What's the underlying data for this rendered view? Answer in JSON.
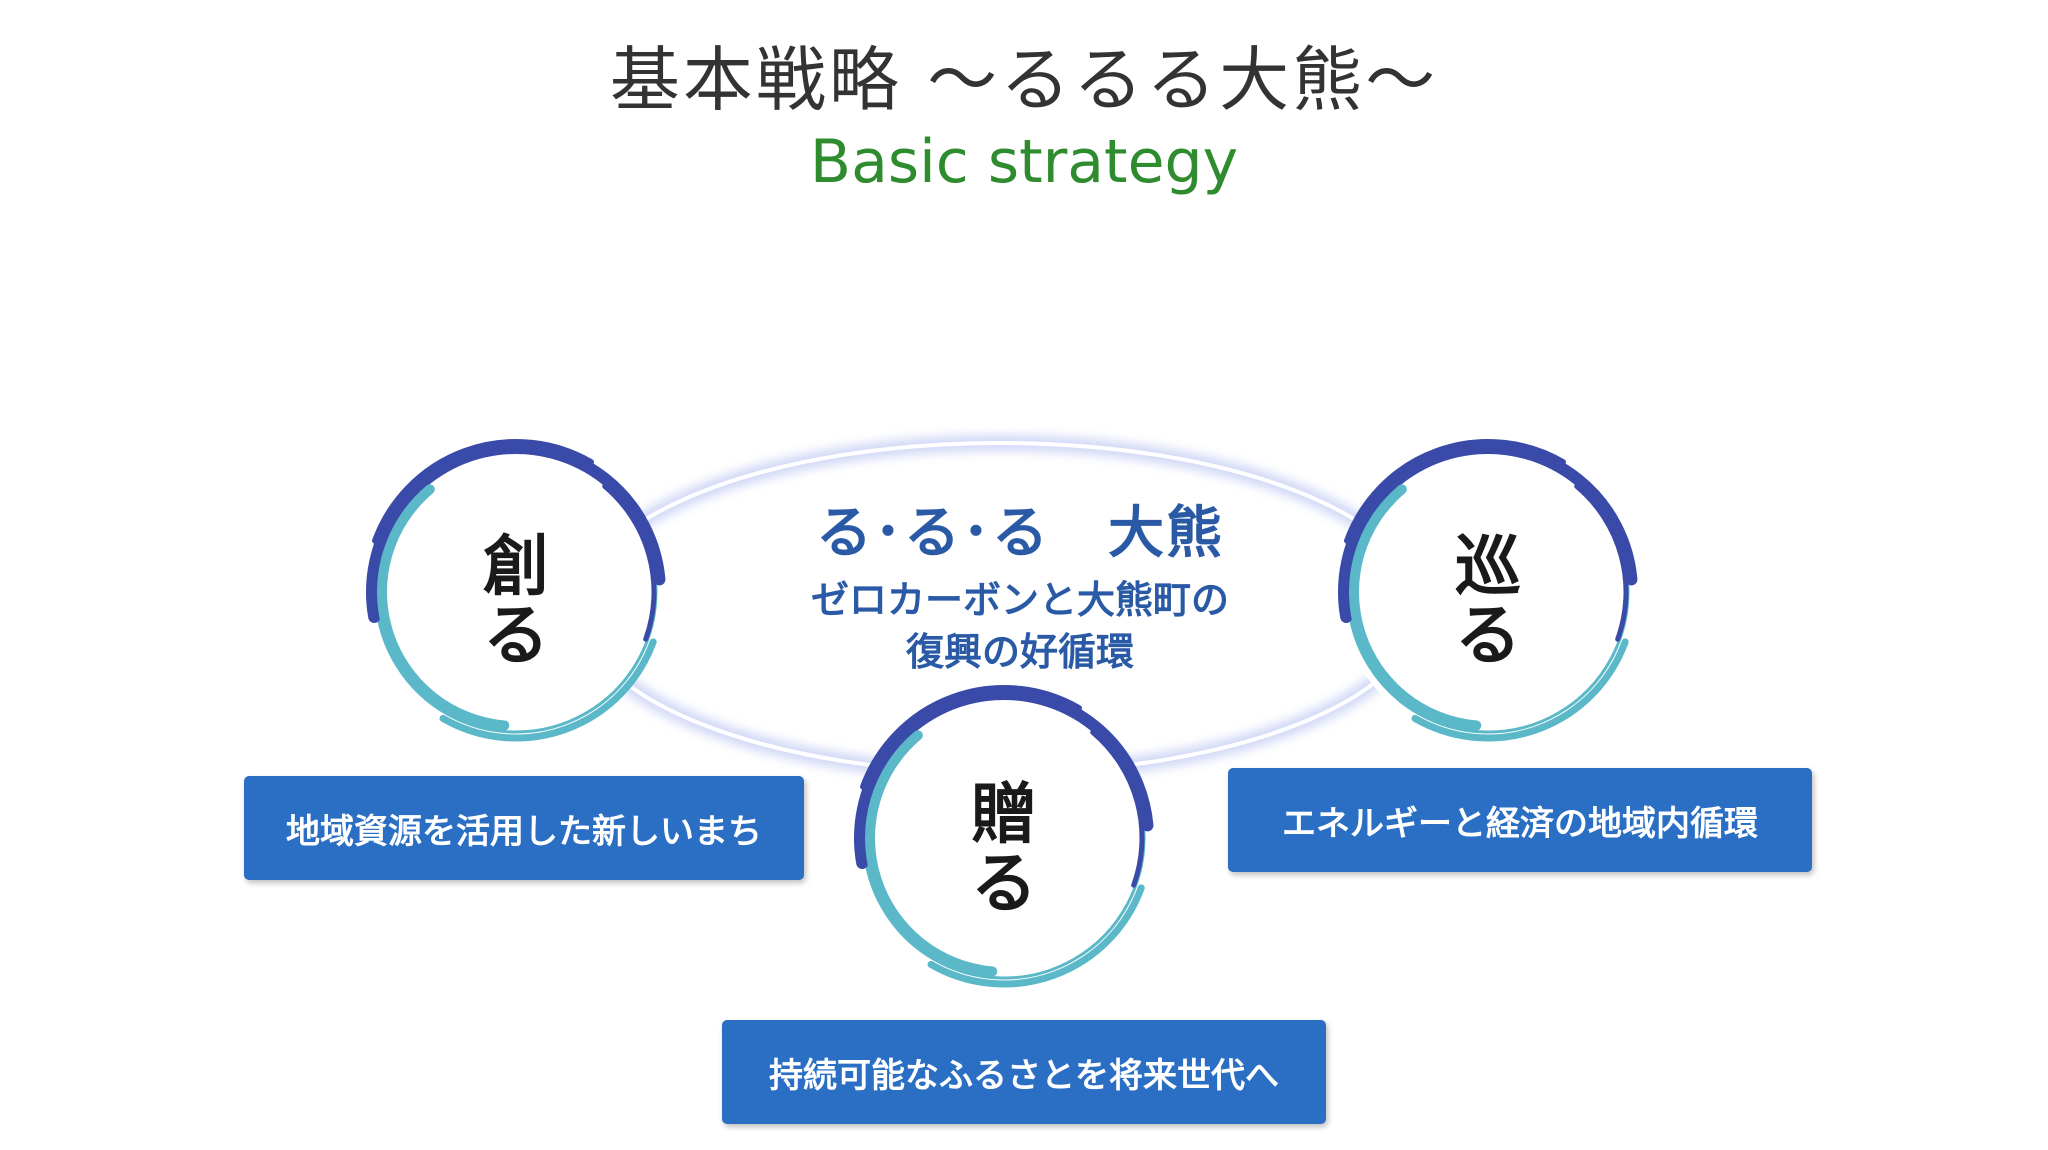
{
  "header": {
    "title": "基本戦略 〜るるる大熊〜",
    "subtitle": "Basic strategy"
  },
  "center": {
    "heading": "る･る･る　大熊",
    "line1": "ゼロカーボンと大熊町の",
    "line2": "復興の好循環"
  },
  "pillars": {
    "create": {
      "kanji": "創",
      "kana": "る",
      "description": "地域資源を活用した新しいまち"
    },
    "circulate": {
      "kanji": "巡",
      "kana": "る",
      "description": "エネルギーと経済の地域内循環"
    },
    "give": {
      "kanji": "贈",
      "kana": "る",
      "description": "持続可能なふるさとを将来世代へ"
    }
  },
  "colors": {
    "title_text": "#333333",
    "subtitle_green": "#2e8b2e",
    "center_text_blue": "#2a5aa6",
    "box_blue": "#2a6fc4",
    "ring_navy": "#3a4aa8",
    "ring_teal": "#5bb8c8",
    "ellipse_glow": "#aab8ee"
  }
}
